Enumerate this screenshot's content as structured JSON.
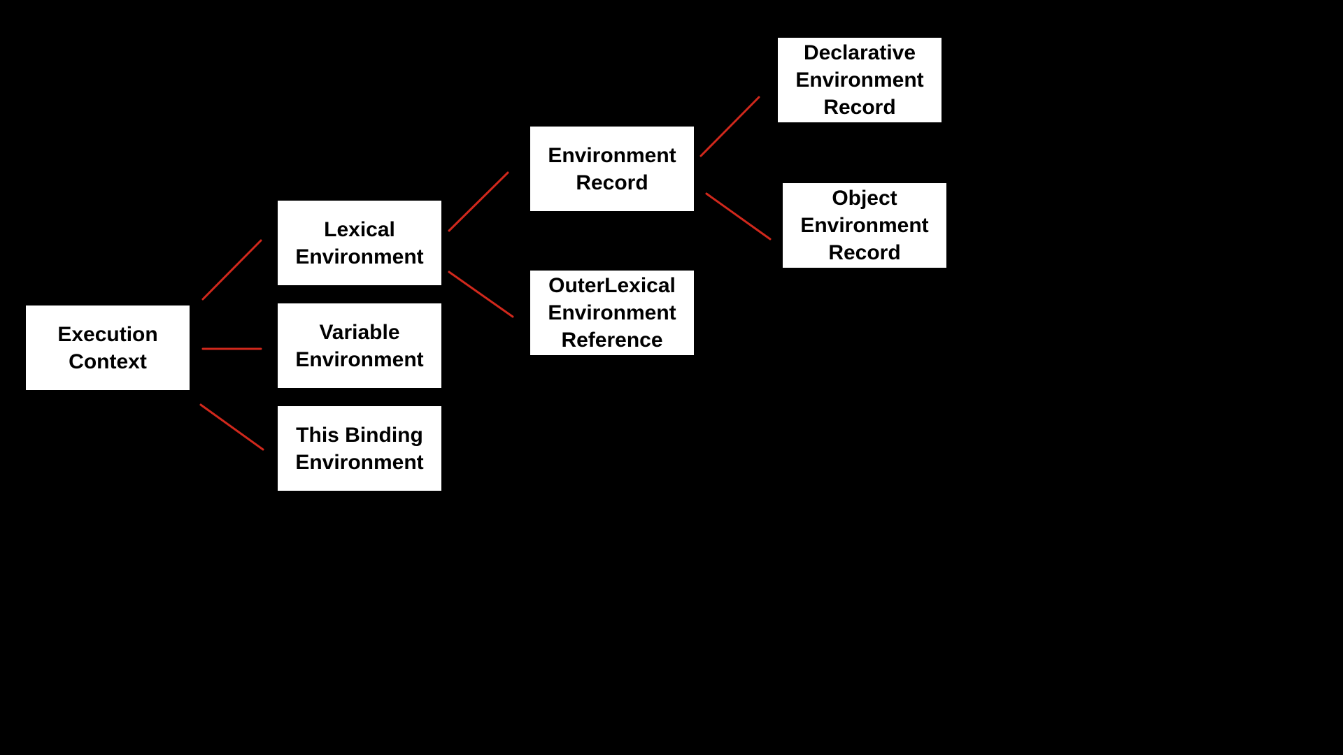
{
  "colors": {
    "background": "#000000",
    "node_fill": "#ffffff",
    "node_text": "#000000",
    "connector": "#d0281c"
  },
  "nodes": {
    "execution_context": {
      "label": "Execution\nContext"
    },
    "lexical_environment": {
      "label": "Lexical\nEnvironment"
    },
    "variable_environment": {
      "label": "Variable\nEnvironment"
    },
    "this_binding_environment": {
      "label": "This Binding\nEnvironment"
    },
    "environment_record": {
      "label": "Environment\nRecord"
    },
    "outer_lexical_environment_reference": {
      "label": "OuterLexical\nEnvironment\nReference"
    },
    "declarative_environment_record": {
      "label": "Declarative\nEnvironment\nRecord"
    },
    "object_environment_record": {
      "label": "Object\nEnvironment\nRecord"
    }
  },
  "edges": [
    {
      "from": "execution_context",
      "to": "lexical_environment"
    },
    {
      "from": "execution_context",
      "to": "variable_environment"
    },
    {
      "from": "execution_context",
      "to": "this_binding_environment"
    },
    {
      "from": "lexical_environment",
      "to": "environment_record"
    },
    {
      "from": "lexical_environment",
      "to": "outer_lexical_environment_reference"
    },
    {
      "from": "environment_record",
      "to": "declarative_environment_record"
    },
    {
      "from": "environment_record",
      "to": "object_environment_record"
    }
  ]
}
